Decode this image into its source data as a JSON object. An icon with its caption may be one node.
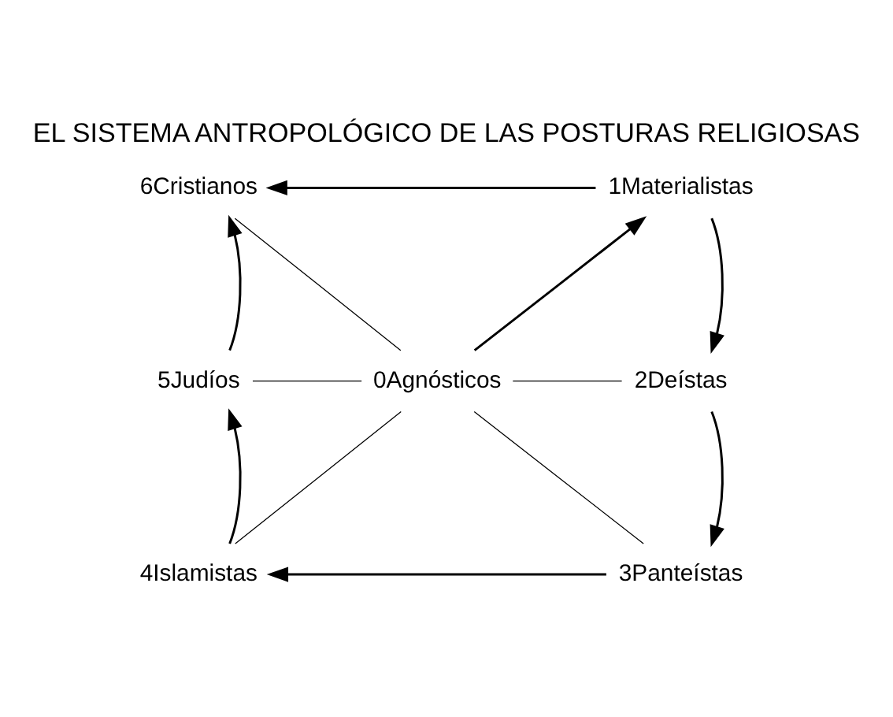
{
  "diagram": {
    "title": "EL SISTEMA ANTROPOLÓGICO DE LAS POSTURAS RELIGIOSAS",
    "nodes": [
      {
        "text": [
          "0Agnósticos"
        ]
      },
      {
        "text": [
          "1Materialistas"
        ]
      },
      {
        "text": [
          "2Deístas"
        ]
      },
      {
        "text": [
          "3Panteístas"
        ]
      },
      {
        "text": [
          "4Islamistas"
        ]
      },
      {
        "text": [
          "5Judíos"
        ]
      },
      {
        "text": [
          "6Cristianos"
        ]
      }
    ],
    "edges": [
      {
        "from": 1,
        "to": 6,
        "arrow": "to"
      },
      {
        "from": 1,
        "to": 2,
        "arrow": "to"
      },
      {
        "from": 0,
        "to": 1,
        "arrow": "to"
      },
      {
        "from": 0,
        "to": 6,
        "arrow": "none"
      },
      {
        "from": 5,
        "to": 6,
        "arrow": "to"
      },
      {
        "from": 5,
        "to": 0,
        "arrow": "none"
      },
      {
        "from": 0,
        "to": 2,
        "arrow": "none"
      },
      {
        "from": 2,
        "to": 3,
        "arrow": "to"
      },
      {
        "from": 0,
        "to": 4,
        "arrow": "none"
      },
      {
        "from": 0,
        "to": 3,
        "arrow": "none"
      },
      {
        "from": 4,
        "to": 5,
        "arrow": "to"
      },
      {
        "from": 3,
        "to": 4,
        "arrow": "to"
      }
    ]
  }
}
